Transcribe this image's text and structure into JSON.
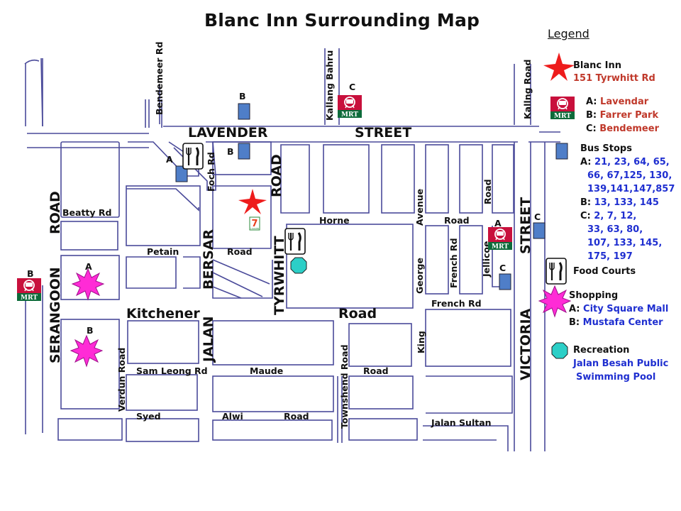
{
  "title": "Blanc Inn Surrounding Map",
  "colors": {
    "road_line": "#4a4a9a",
    "hotel_star": "#ee1c1c",
    "mrt_red": "#c8103c",
    "mrt_green": "#0d6b3a",
    "bus_stop": "#4f7ec8",
    "shopping": "#ff2bd6",
    "recreation": "#2ccfc7",
    "accent_red": "#c0392b",
    "accent_blue": "#1f2fd0"
  },
  "streets": {
    "lavender": "LAVENDER",
    "street_top": "STREET",
    "bendemeer": "Bendemeer Rd",
    "kallang_bahru": "Kallang Bahru",
    "kallang_road": "Kallng Road",
    "foch": "Foch Rd",
    "beatty": "Beatty Rd",
    "petain": "Petain",
    "petain_road": "Road",
    "road_serangoon": "ROAD",
    "serangoon": "SERANGOON",
    "road_tyrwhitt": "ROAD",
    "tyrwhitt": "TYRWHITT",
    "bersar": "BERSAR",
    "jalan": "JALAN",
    "kitchener": "Kitchener",
    "kitchener_road": "Road",
    "horne": "Horne",
    "horne_road": "Road",
    "george": "George",
    "avenue": "Avenue",
    "french_rd_v": "French Rd",
    "french_rd_h": "French Rd",
    "jellicoe": "Jellicoe",
    "hamilton_road": "Road",
    "victoria": "VICTORIA",
    "victoria_street": "STREET",
    "king": "King",
    "verdun": "Verdun Road",
    "sam_leong": "Sam Leong Rd",
    "maude": "Maude",
    "maude_road": "Road",
    "townshend": "Townshend Road",
    "syed": "Syed",
    "alwi": "Alwi",
    "alwi_road": "Road",
    "jalan_sultan": "Jalan Sultan"
  },
  "markers": {
    "mrt_text": "MRT",
    "mrt_c_letter": "C",
    "mrt_a_letter": "A",
    "mrt_b_letter": "B",
    "bus_b1_letter": "B",
    "bus_b2_letter": "B",
    "bus_a_letter": "A",
    "bus_c1_letter": "C",
    "bus_c2_letter": "C",
    "shop_a_letter": "A",
    "shop_b_letter": "B",
    "store_label": "7-ELEVEN"
  },
  "legend": {
    "header": "Legend",
    "hotel_name": "Blanc Inn",
    "hotel_address": "151 Tyrwhitt Rd",
    "mrt": [
      {
        "key": "A:",
        "name": "Lavendar"
      },
      {
        "key": "B:",
        "name": "Farrer Park"
      },
      {
        "key": "C:",
        "name": "Bendemeer"
      }
    ],
    "bus_title": "Bus Stops",
    "bus": [
      {
        "key": "A:",
        "lines": [
          "21, 23, 64, 65,",
          "66, 67,125, 130,",
          "139,141,147,857"
        ]
      },
      {
        "key": "B:",
        "lines": [
          "13, 133, 145"
        ]
      },
      {
        "key": "C:",
        "lines": [
          "2, 7, 12,",
          "33, 63, 80,",
          "107, 133, 145,",
          "175, 197"
        ]
      }
    ],
    "food_label": "Food Courts",
    "shopping_title": "Shopping",
    "shopping": [
      {
        "key": "A:",
        "name": "City Square Mall"
      },
      {
        "key": "B:",
        "name": "Mustafa Center"
      }
    ],
    "recreation_title": "Recreation",
    "recreation_lines": [
      "Jalan Besah Public",
      "Swimming Pool"
    ]
  }
}
